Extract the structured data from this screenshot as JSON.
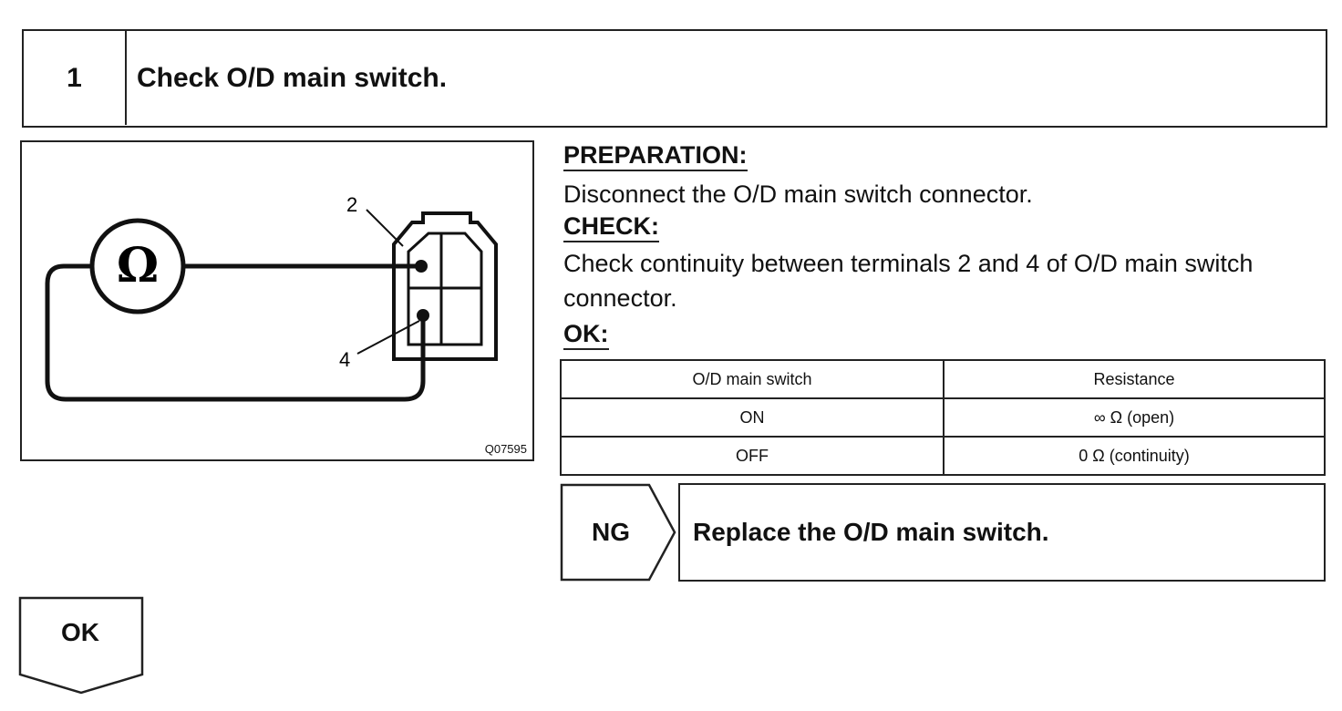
{
  "step": {
    "number": "1",
    "title": "Check O/D main switch."
  },
  "diagram": {
    "terminal_top": "2",
    "terminal_bottom": "4",
    "meter_symbol": "Ω",
    "code": "Q07595"
  },
  "preparation": {
    "heading": "PREPARATION:",
    "text": "Disconnect the O/D main switch connector."
  },
  "check": {
    "heading": "CHECK:",
    "text": "Check continuity between terminals 2 and 4 of O/D main switch connector."
  },
  "ok_section": {
    "heading": "OK:"
  },
  "spec_table": {
    "headers": [
      "O/D main switch",
      "Resistance"
    ],
    "rows": [
      [
        "ON",
        "∞ Ω (open)"
      ],
      [
        "OFF",
        "0 Ω (continuity)"
      ]
    ]
  },
  "ng": {
    "tag": "NG",
    "action": "Replace the O/D main switch."
  },
  "ok": {
    "tag": "OK"
  }
}
